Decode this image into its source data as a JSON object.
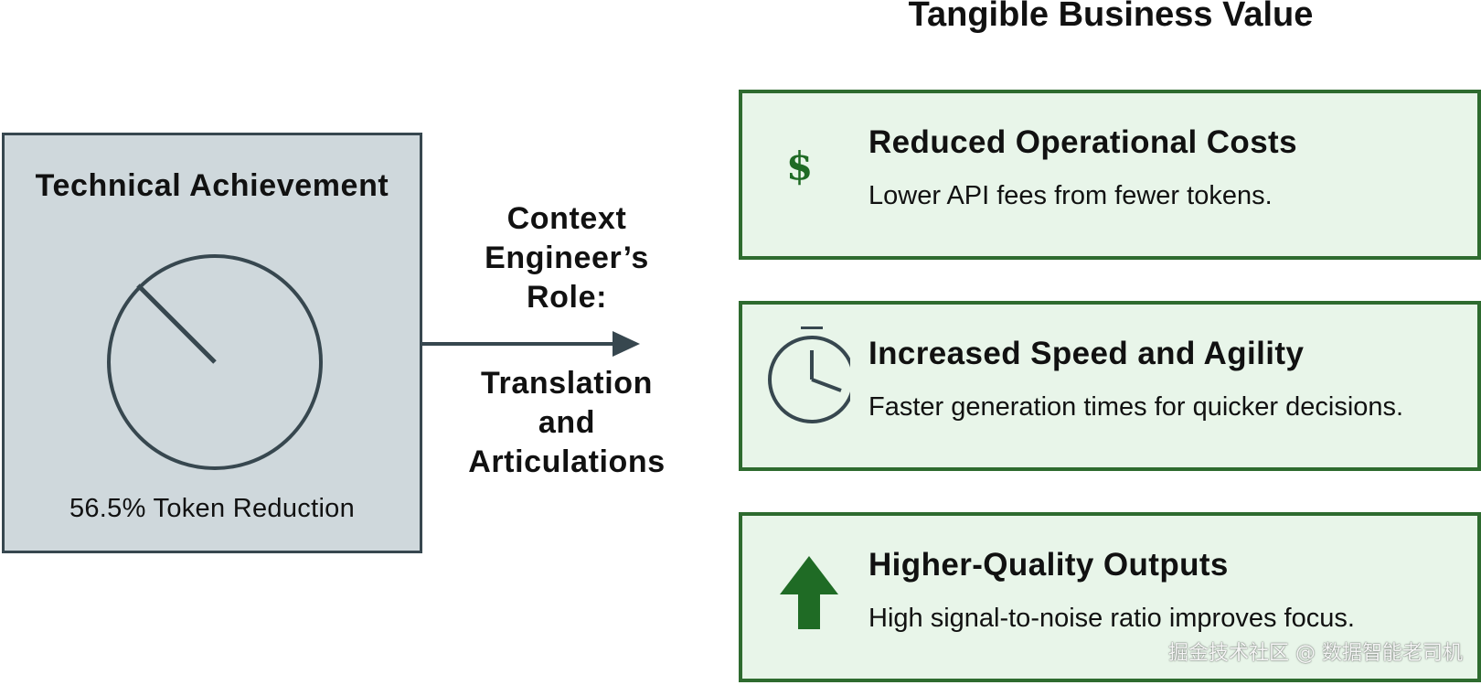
{
  "header": {
    "title": "Tangible Business Value"
  },
  "technical": {
    "title": "Technical Achievement",
    "caption": "56.5% Token Reduction",
    "icon": "gauge-icon"
  },
  "connector": {
    "role_lines": [
      "Context",
      "Engineer’s",
      "Role:"
    ],
    "translation_lines": [
      "Translation",
      "and",
      "Articulations"
    ]
  },
  "values": [
    {
      "title": "Reduced Operational Costs",
      "description": "Lower API fees from fewer tokens.",
      "icon": "dollar-icon"
    },
    {
      "title": "Increased Speed and Agility",
      "description": "Faster generation times for quicker decisions.",
      "icon": "stopwatch-icon"
    },
    {
      "title": "Higher-Quality Outputs",
      "description": "High signal-to-noise ratio improves focus.",
      "icon": "up-arrow-icon"
    }
  ],
  "colors": {
    "tech_fill": "#cfd8dc",
    "tech_border": "#37474f",
    "card_fill": "#e8f5e9",
    "card_border": "#2e6b2f",
    "icon_green": "#1f6b25"
  },
  "watermark": "掘金技术社区 @ 数据智能老司机"
}
